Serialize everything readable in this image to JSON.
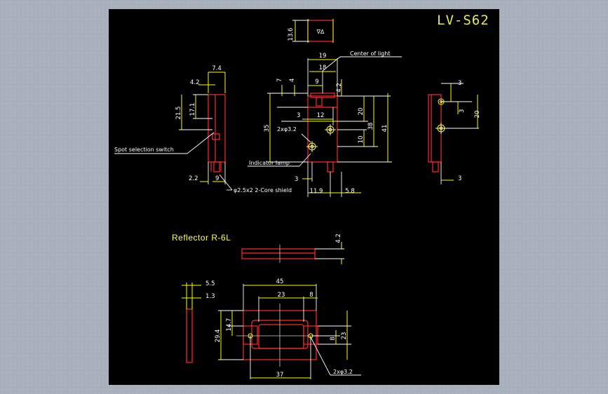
{
  "title": "LV-S62",
  "reflector_title": "Reflector R-6L",
  "labels": {
    "center_of_light": "Center of light",
    "spot_switch": "Spot selection switch",
    "indicator_lamp": "Indicator lamp",
    "cable": "φ2.5x2 2-Core shield",
    "hole_top": "2xφ3.2",
    "hole_reflector": "2xφ3.2",
    "symbol": "∇Δ"
  },
  "dims": {
    "d13_6": "13.6",
    "d19": "19",
    "d18": "18",
    "d9": "9",
    "d7": "7",
    "d4": "4",
    "d4_2a": "4.2",
    "d3a": "3",
    "d12": "12",
    "d20a": "20",
    "d38": "38",
    "d41": "41",
    "d10": "10",
    "d35": "35",
    "d3b": "3",
    "d11_9": "11.9",
    "d5_8": "5.8",
    "d7_4": "7.4",
    "d4_2b": "4.2",
    "d17_1": "17.1",
    "d21_5": "21.5",
    "d2_2": "2.2",
    "d9b": "9",
    "d3c": "3",
    "d3d": "3",
    "d20b": "20",
    "d3e": "3",
    "d4_2c": "4.2",
    "d5_5": "5.5",
    "d1_3": "1.3",
    "d45": "45",
    "d23a": "23",
    "d8a": "8",
    "d14_7": "14.7",
    "d29_4": "29.4",
    "d23b": "23",
    "d8b": "8",
    "d37": "37"
  }
}
